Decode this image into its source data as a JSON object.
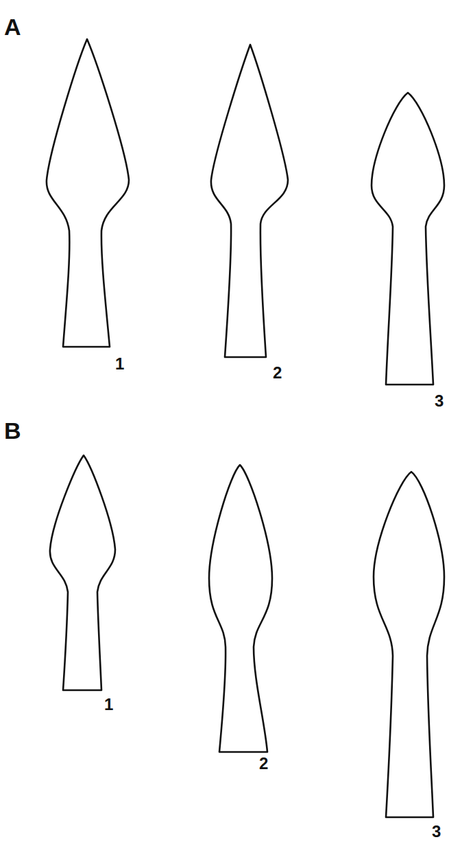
{
  "diagram": {
    "labels": [
      "A",
      "1",
      "2",
      "3",
      "B",
      "1",
      "2",
      "3"
    ]
  }
}
